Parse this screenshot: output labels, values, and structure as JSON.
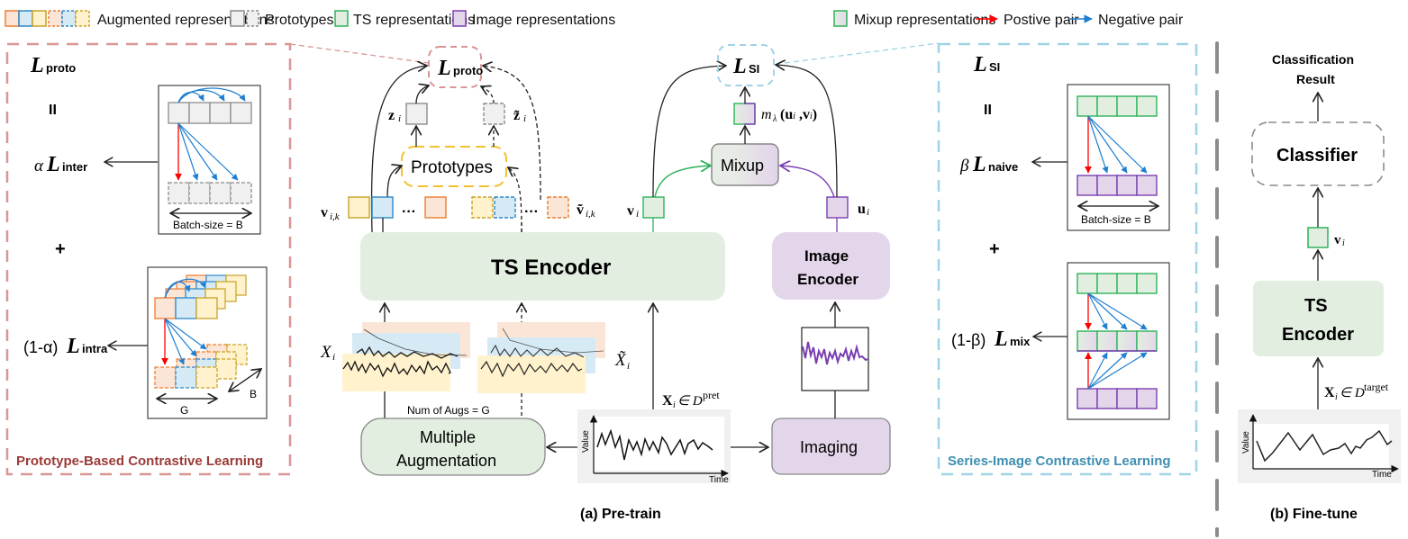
{
  "legend": [
    {
      "key": "augmented",
      "label": "Augmented representations"
    },
    {
      "key": "prototypes",
      "label": "Prototypes"
    },
    {
      "key": "ts",
      "label": "TS representations"
    },
    {
      "key": "image",
      "label": "Image representations"
    },
    {
      "key": "mixup",
      "label": "Mixup representations"
    },
    {
      "key": "positive",
      "label": "Postive pair"
    },
    {
      "key": "negative",
      "label": "Negative pair"
    }
  ],
  "colors": {
    "orange": "#ed7d31",
    "orange_fill": "#fbe5d6",
    "blue": "#2e86c8",
    "blue_fill": "#d6eaf5",
    "yellow": "#c9a227",
    "yellow_fill": "#fff2cc",
    "gray": "#8c8c8c",
    "gray_fill": "#f0f0f0",
    "green": "#2db35a",
    "green_fill": "#e2efe0",
    "purple": "#7a3fb0",
    "purple_fill": "#e4d6ea",
    "positive": "#ff0000",
    "negative": "#1f7fd0",
    "proto_panel": "#d99694",
    "proto_title": "#9b3b37",
    "si_panel": "#9fd3e6",
    "si_title": "#3f8fb0"
  },
  "proto_panel": {
    "loss": "L",
    "loss_sub": "proto",
    "equals": "II",
    "term1_coef": "α",
    "term1_sub": "inter",
    "plus": "+",
    "term2_coef": "(1-α)",
    "term2_sub": "intra",
    "batch_label": "Batch-size = B",
    "g_label": "G",
    "b_label": "B",
    "title": "Prototype-Based Contrastive Learning"
  },
  "pretrain": {
    "loss_proto_sub": "proto",
    "loss_si_sub": "SI",
    "z_label": "z",
    "z_sub": "i",
    "z_tilde_label": "z̃",
    "prototypes_label": "Prototypes",
    "v_ik_label": "v",
    "v_ik_sub": "i,k",
    "v_tilde_ik_label": "ṽ",
    "v_tilde_ik_sub": "i,k",
    "ellipsis": "···",
    "vi_label": "v",
    "vi_sub": "i",
    "ui_label": "u",
    "ui_sub": "i",
    "mixup_label": "Mixup",
    "mixup_fn": "m",
    "mixup_fn_sub": "λ",
    "mixup_args": "(u",
    "mixup_args2": ",v",
    "ts_encoder_label": "TS Encoder",
    "image_encoder_line1": "Image",
    "image_encoder_line2": "Encoder",
    "xi_label": "X",
    "xi_tilde_label": "X̃",
    "num_augs": "Num of Augs = G",
    "multi_aug_line1": "Multiple",
    "multi_aug_line2": "Augmentation",
    "input_label": "X",
    "input_set": "∈ D",
    "input_sup": "pret",
    "axis_value": "Value",
    "axis_time": "Time",
    "imaging_label": "Imaging",
    "caption": "(a) Pre-train"
  },
  "si_panel": {
    "loss_sub": "SI",
    "equals": "II",
    "term1_coef": "β",
    "term1_sub": "naive",
    "plus": "+",
    "term2_coef": "(1-β)",
    "term2_sub": "mix",
    "batch_label": "Batch-size = B",
    "title": "Series-Image Contrastive Learning"
  },
  "finetune": {
    "result_line1": "Classification",
    "result_line2": "Result",
    "classifier_label": "Classifier",
    "vi_label": "v",
    "vi_sub": "i",
    "encoder_line1": "TS",
    "encoder_line2": "Encoder",
    "input_label": "X",
    "input_set": "∈ D",
    "input_sup": "target",
    "axis_value": "Value",
    "axis_time": "Time",
    "caption": "(b) Fine-tune"
  }
}
